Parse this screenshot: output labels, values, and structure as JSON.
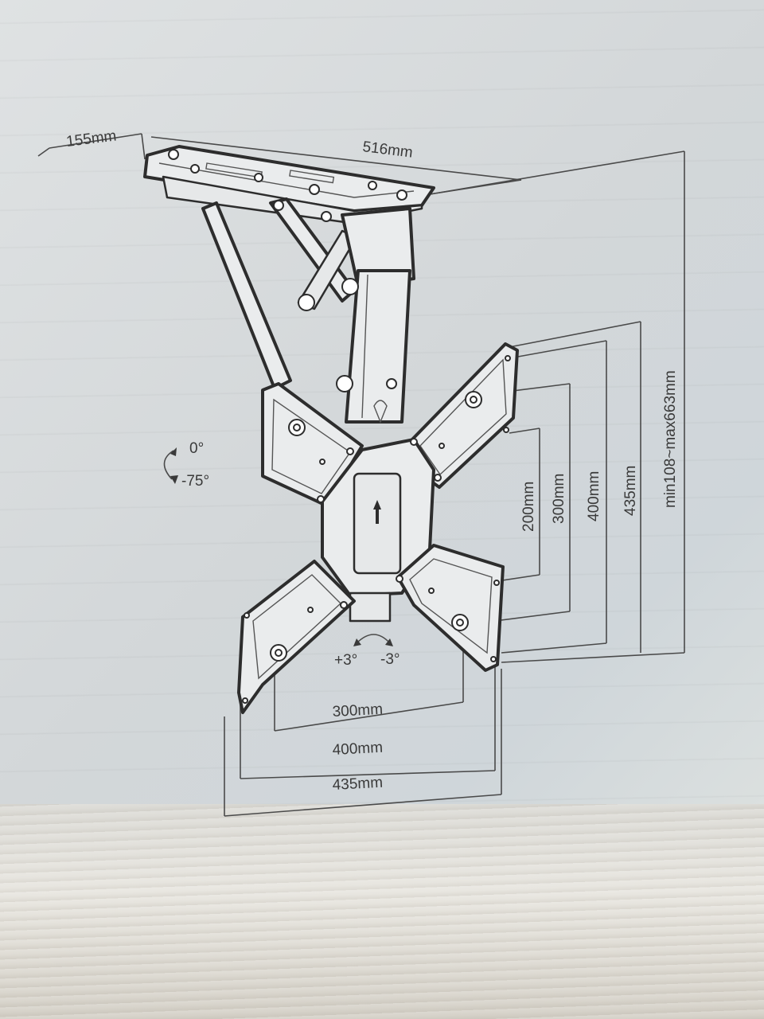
{
  "dimensions": {
    "depth": "155mm",
    "width": "516mm",
    "height_range": "min108~max663mm",
    "vesa_v_200": "200mm",
    "vesa_v_300": "300mm",
    "vesa_v_400": "400mm",
    "vesa_v_435": "435mm",
    "vesa_h_300": "300mm",
    "vesa_h_400": "400mm",
    "vesa_h_435": "435mm"
  },
  "tilt": {
    "upper": "0°",
    "lower": "-75°"
  },
  "swivel": {
    "left": "+3°",
    "right": "-3°"
  },
  "colors": {
    "line": "#2d2d2d",
    "dimension_line": "#4a4a4a",
    "paper": "#dcdfe0"
  }
}
